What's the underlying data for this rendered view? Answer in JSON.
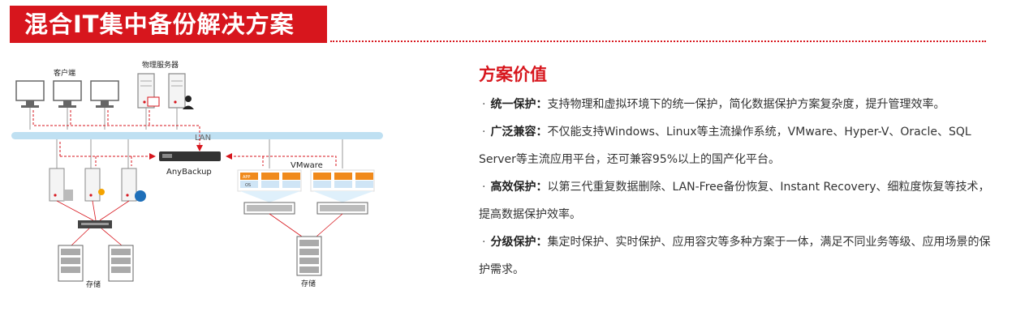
{
  "header": {
    "title": "混合IT集中备份解决方案"
  },
  "diagram": {
    "clients_label": "客户端",
    "physical_servers_label": "物理服务器",
    "lan_label": "LAN",
    "backup_label": "AnyBackup",
    "vmware_label": "VMware",
    "app_label": "APP",
    "os_label": "OS",
    "storage_left_label": "存储",
    "storage_right_label": "存储"
  },
  "value": {
    "title": "方案价值",
    "items": [
      {
        "term": "统一保护：",
        "text": "支持物理和虚拟环境下的统一保护，简化数据保护方案复杂度，提升管理效率。"
      },
      {
        "term": "广泛兼容：",
        "text": "不仅能支持Windows、Linux等主流操作系统，VMware、Hyper-V、Oracle、SQL Server等主流应用平台，还可兼容95%以上的国产化平台。"
      },
      {
        "term": "高效保护：",
        "text": "以第三代重复数据删除、LAN-Free备份恢复、Instant Recovery、细粒度恢复等技术，提高数据保护效率。"
      },
      {
        "term": "分级保护：",
        "text": "集定时保护、实时保护、应用容灾等多种方案于一体，满足不同业务等级、应用场景的保护需求。"
      }
    ]
  },
  "colors": {
    "brand_red": "#d7161d",
    "lan_blue": "#bfe0f2",
    "vmware_orange": "#f08a1c",
    "vm_blue": "#cfe5f6"
  }
}
